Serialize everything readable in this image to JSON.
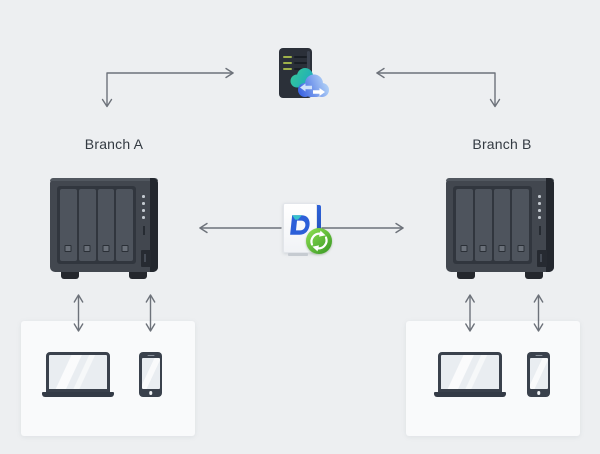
{
  "diagram": {
    "type": "sync-topology",
    "background": "#edeff1",
    "labels": {
      "branch_a": "Branch A",
      "branch_b": "Branch B"
    },
    "nodes": [
      {
        "id": "central-server",
        "icon": "server-cloud-sync-icon"
      },
      {
        "id": "branch-a-nas",
        "icon": "nas-4bay-icon",
        "label": "Branch A"
      },
      {
        "id": "branch-b-nas",
        "icon": "nas-4bay-icon",
        "label": "Branch B"
      },
      {
        "id": "sync-package",
        "icon": "drive-sharesync-icon"
      },
      {
        "id": "branch-a-clients",
        "icons": [
          "laptop-icon",
          "smartphone-icon"
        ]
      },
      {
        "id": "branch-b-clients",
        "icons": [
          "laptop-icon",
          "smartphone-icon"
        ]
      }
    ],
    "connections": [
      {
        "from": "branch-a-nas",
        "to": "central-server",
        "shape": "elbow",
        "heads": "both"
      },
      {
        "from": "branch-b-nas",
        "to": "central-server",
        "shape": "elbow",
        "heads": "both"
      },
      {
        "from": "sync-package",
        "to": "branch-a-nas",
        "shape": "straight",
        "heads": "end"
      },
      {
        "from": "sync-package",
        "to": "branch-b-nas",
        "shape": "straight",
        "heads": "end"
      },
      {
        "from": "branch-a-nas",
        "to": "branch-a-laptop",
        "shape": "straight",
        "heads": "both"
      },
      {
        "from": "branch-a-nas",
        "to": "branch-a-phone",
        "shape": "straight",
        "heads": "both"
      },
      {
        "from": "branch-b-nas",
        "to": "branch-b-laptop",
        "shape": "straight",
        "heads": "both"
      },
      {
        "from": "branch-b-nas",
        "to": "branch-b-phone",
        "shape": "straight",
        "heads": "both"
      }
    ],
    "colors": {
      "arrow": "#6d727a",
      "panel": "#f9fafb",
      "device_dark": "#3a414c",
      "nas_body": "#42474f",
      "accent_blue": "#2c5fd8",
      "accent_teal": "#2ec6a2",
      "accent_green": "#57b531",
      "server_led_green": "#9fb24a",
      "text": "#333a42"
    }
  }
}
